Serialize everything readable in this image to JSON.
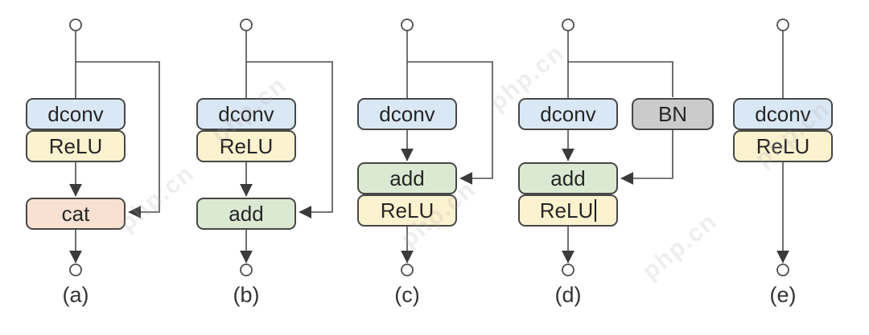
{
  "colors": {
    "conv_fill": "#dae8f5",
    "relu_fill": "#fcf2cf",
    "add_fill": "#dbe9d3",
    "cat_fill": "#f8e1d2",
    "bn_fill": "#cbcbcb",
    "line_stroke": "#4d4d4d",
    "arrow_fill": "#3b3b3b",
    "box_border": "#474747",
    "text": "#262626"
  },
  "watermark": {
    "text": "php.cn"
  },
  "diagrams": [
    {
      "id": "a",
      "label": "(a)",
      "boxes": {
        "conv": "dconv",
        "act": "ReLU",
        "merge": "cat"
      }
    },
    {
      "id": "b",
      "label": "(b)",
      "boxes": {
        "conv": "dconv",
        "act": "ReLU",
        "merge": "add"
      }
    },
    {
      "id": "c",
      "label": "(c)",
      "boxes": {
        "conv": "dconv",
        "merge": "add",
        "act": "ReLU"
      }
    },
    {
      "id": "d",
      "label": "(d)",
      "boxes": {
        "conv": "dconv",
        "bn": "BN",
        "merge": "add",
        "act": "ReLU"
      }
    },
    {
      "id": "e",
      "label": "(e)",
      "boxes": {
        "conv": "dconv",
        "act": "ReLU"
      }
    }
  ]
}
